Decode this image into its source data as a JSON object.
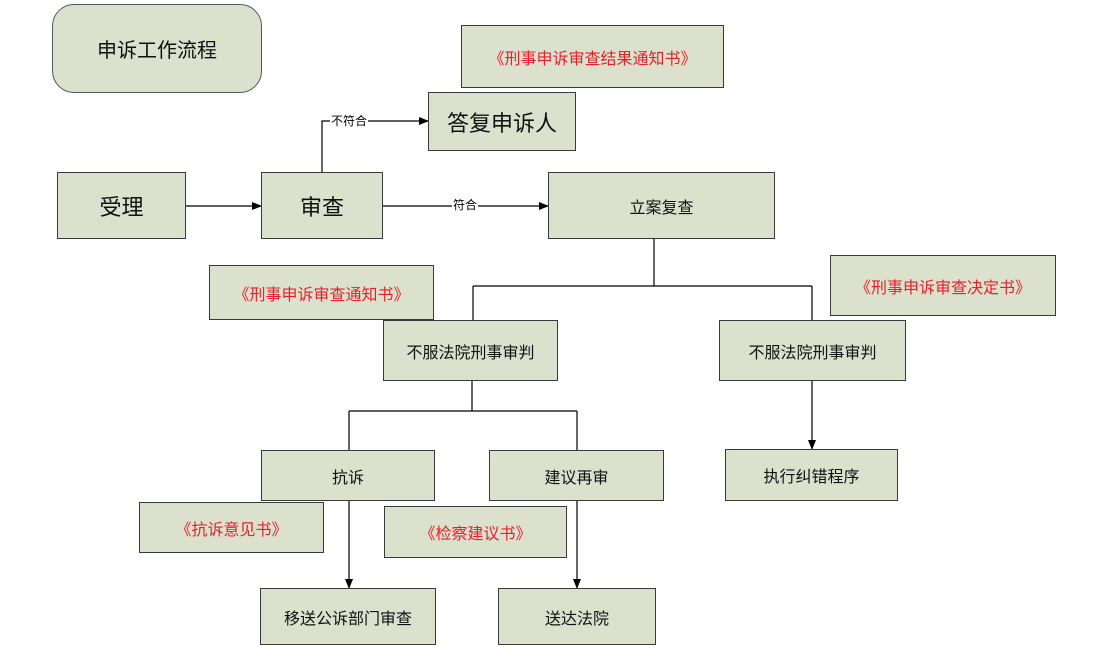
{
  "title": "申诉工作流程",
  "nodes": {
    "accept": "受理",
    "review": "审查",
    "reply": "答复申诉人",
    "file_review": "立案复查",
    "dissent_left": "不服法院刑事审判",
    "dissent_right": "不服法院刑事审判",
    "protest": "抗诉",
    "suggest_retrial": "建议再审",
    "correction": "执行纠错程序",
    "transfer": "移送公诉部门审查",
    "deliver": "送达法院"
  },
  "documents": {
    "result_notice": "《刑事申诉审查结果通知书》",
    "review_notice": "《刑事申诉审查通知书》",
    "decision": "《刑事申诉审查决定书》",
    "protest_opinion": "《抗诉意见书》",
    "procuratorate_suggestion": "《检察建议书》"
  },
  "edge_labels": {
    "not_compliant": "不符合",
    "compliant": "符合"
  }
}
